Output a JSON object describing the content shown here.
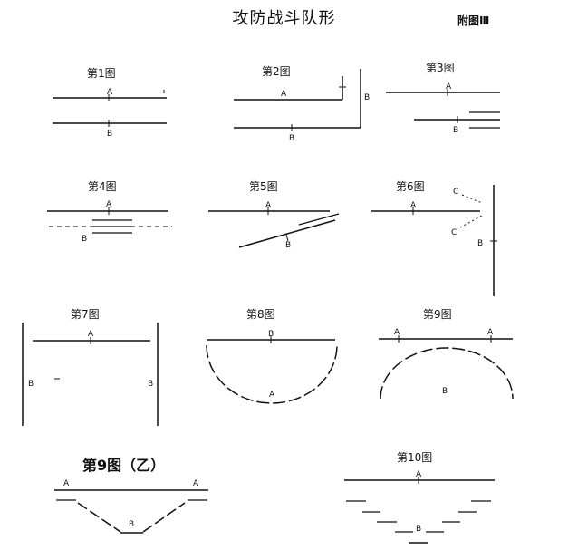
{
  "title": "攻防战斗队形",
  "appendix_label": "附图Ⅲ",
  "figures": [
    {
      "caption": "第1图",
      "labels": [
        "A",
        "B"
      ]
    },
    {
      "caption": "第2图",
      "labels": [
        "A",
        "B",
        "B"
      ]
    },
    {
      "caption": "第3图",
      "labels": [
        "A",
        "B"
      ]
    },
    {
      "caption": "第4图",
      "labels": [
        "A",
        "B"
      ]
    },
    {
      "caption": "第5图",
      "labels": [
        "A",
        "B"
      ]
    },
    {
      "caption": "第6图",
      "labels": [
        "A",
        "C",
        "C",
        "B"
      ]
    },
    {
      "caption": "第7图",
      "labels": [
        "A",
        "B",
        "B"
      ]
    },
    {
      "caption": "第8图",
      "labels": [
        "B",
        "A"
      ]
    },
    {
      "caption": "第9图",
      "labels": [
        "A",
        "A",
        "B"
      ]
    },
    {
      "caption": "第9图（乙）",
      "labels": [
        "A",
        "A",
        "B"
      ]
    },
    {
      "caption": "第10图",
      "labels": [
        "A",
        "B"
      ]
    }
  ]
}
